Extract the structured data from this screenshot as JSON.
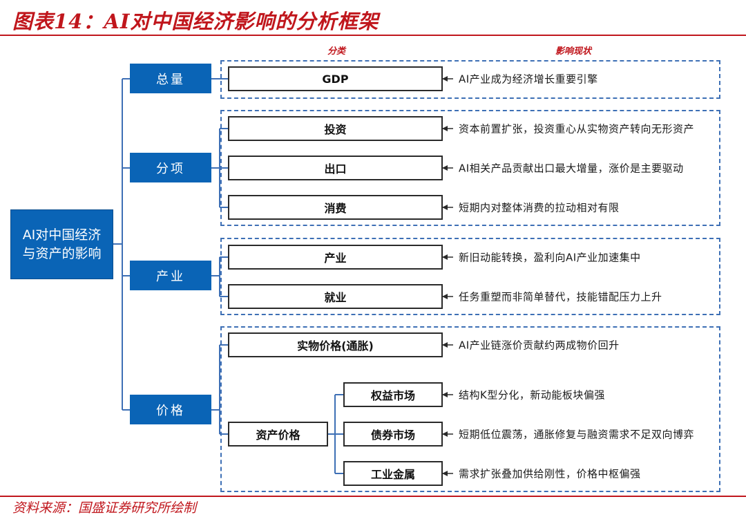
{
  "title": "图表14：AI对中国经济影响的分析框架",
  "source": "资料来源：国盛证券研究所绘制",
  "columns": {
    "category": "分类",
    "impact": "影响现状"
  },
  "root": {
    "line1": "AI对中国经济",
    "line2": "与资产的影响"
  },
  "categories": [
    {
      "label": "总量",
      "items": [
        {
          "label": "GDP",
          "impact": "AI产业成为经济增长重要引擎"
        }
      ]
    },
    {
      "label": "分项",
      "items": [
        {
          "label": "投资",
          "impact": "资本前置扩张，投资重心从实物资产转向无形资产"
        },
        {
          "label": "出口",
          "impact": "AI相关产品贡献出口最大增量，涨价是主要驱动"
        },
        {
          "label": "消费",
          "impact": "短期内对整体消费的拉动相对有限"
        }
      ]
    },
    {
      "label": "产业",
      "items": [
        {
          "label": "产业",
          "impact": "新旧动能转换，盈利向AI产业加速集中"
        },
        {
          "label": "就业",
          "impact": "任务重塑而非简单替代，技能错配压力上升"
        }
      ]
    },
    {
      "label": "价格",
      "items": [
        {
          "label": "实物价格(通胀)",
          "impact": "AI产业链涨价贡献约两成物价回升"
        },
        {
          "label": "资产价格",
          "children": [
            {
              "label": "权益市场",
              "impact": "结构K型分化，新动能板块偏强"
            },
            {
              "label": "债券市场",
              "impact": "短期低位震荡，通胀修复与融资需求不足双向博弈"
            },
            {
              "label": "工业金属",
              "impact": "需求扩张叠加供给刚性，价格中枢偏强"
            }
          ]
        }
      ]
    }
  ]
}
